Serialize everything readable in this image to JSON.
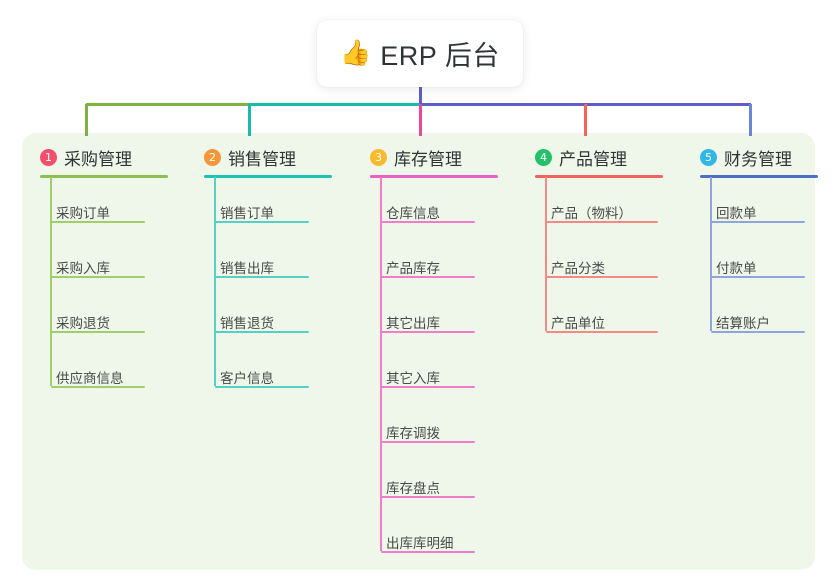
{
  "root": {
    "icon": "thumbs-up-icon",
    "emoji": "👍",
    "title": "ERP 后台"
  },
  "colors": {
    "panel_bg": "#eef7e9",
    "page_bg": "#ffffff",
    "trunk_blue": "#5b5fc7",
    "branch_green": "#7cb342",
    "branch_teal": "#16bcac",
    "branch_pink": "#ec4899",
    "branch_red": "#f4625c",
    "branch_blue": "#6b86d6",
    "text": "#3b3b3b"
  },
  "columns": [
    {
      "index": "1",
      "title": "采购管理",
      "badge_color": "#f0506e",
      "rule_color": "#8cc152",
      "leaf_color": "#9fcf6a",
      "items": [
        {
          "label": "采购订单"
        },
        {
          "label": "采购入库"
        },
        {
          "label": "采购退货"
        },
        {
          "label": "供应商信息"
        }
      ]
    },
    {
      "index": "2",
      "title": "销售管理",
      "badge_color": "#f59638",
      "rule_color": "#1ec3b4",
      "leaf_color": "#56cfc4",
      "items": [
        {
          "label": "销售订单"
        },
        {
          "label": "销售出库"
        },
        {
          "label": "销售退货"
        },
        {
          "label": "客户信息"
        }
      ]
    },
    {
      "index": "3",
      "title": "库存管理",
      "badge_color": "#f9bb2d",
      "rule_color": "#e861c4",
      "leaf_color": "#ee7ec9",
      "items": [
        {
          "label": "仓库信息"
        },
        {
          "label": "产品库存"
        },
        {
          "label": "其它出库"
        },
        {
          "label": "其它入库"
        },
        {
          "label": "库存调拨"
        },
        {
          "label": "库存盘点"
        },
        {
          "label": "出库库明细"
        }
      ]
    },
    {
      "index": "4",
      "title": "产品管理",
      "badge_color": "#27c06a",
      "rule_color": "#f4625c",
      "leaf_color": "#f58a85",
      "items": [
        {
          "label": "产品（物料）"
        },
        {
          "label": "产品分类"
        },
        {
          "label": "产品单位"
        }
      ]
    },
    {
      "index": "5",
      "title": "财务管理",
      "badge_color": "#32b8e8",
      "rule_color": "#4d6fc4",
      "leaf_color": "#8fa5dd",
      "items": [
        {
          "label": "回款单"
        },
        {
          "label": "付款单"
        },
        {
          "label": "结算账户"
        }
      ]
    }
  ]
}
